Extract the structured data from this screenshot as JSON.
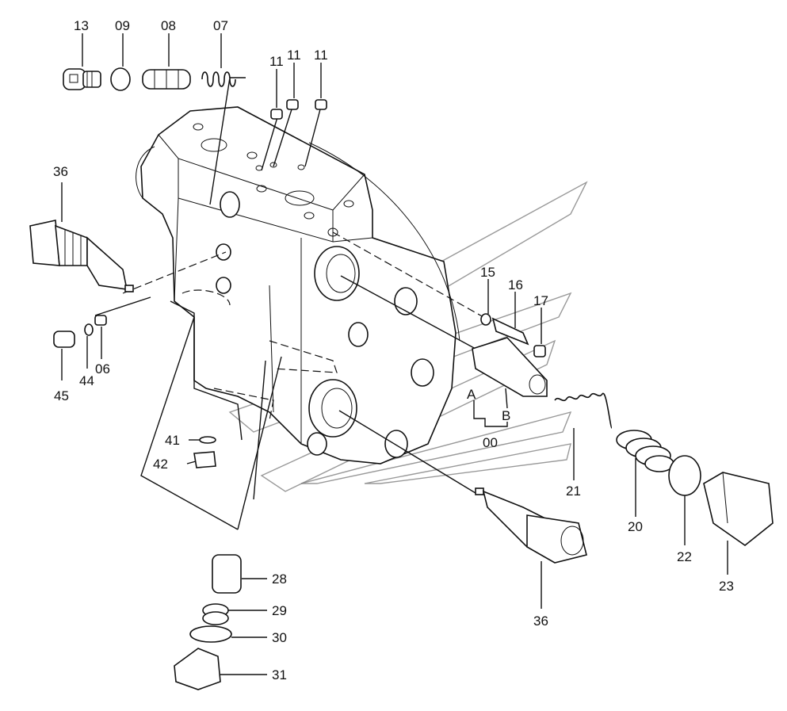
{
  "callouts": [
    {
      "id": "c13",
      "text": "13"
    },
    {
      "id": "c09",
      "text": "09"
    },
    {
      "id": "c08",
      "text": "08"
    },
    {
      "id": "c07",
      "text": "07"
    },
    {
      "id": "c11a",
      "text": "11"
    },
    {
      "id": "c11b",
      "text": "11"
    },
    {
      "id": "c11c",
      "text": "11"
    },
    {
      "id": "c36a",
      "text": "36"
    },
    {
      "id": "c15",
      "text": "15"
    },
    {
      "id": "c16",
      "text": "16"
    },
    {
      "id": "c17",
      "text": "17"
    },
    {
      "id": "cA",
      "text": "A"
    },
    {
      "id": "cB",
      "text": "B"
    },
    {
      "id": "c00",
      "text": "00"
    },
    {
      "id": "c06",
      "text": "06"
    },
    {
      "id": "c44",
      "text": "44"
    },
    {
      "id": "c45",
      "text": "45"
    },
    {
      "id": "c41",
      "text": "41"
    },
    {
      "id": "c42",
      "text": "42"
    },
    {
      "id": "c21",
      "text": "21"
    },
    {
      "id": "c20",
      "text": "20"
    },
    {
      "id": "c22",
      "text": "22"
    },
    {
      "id": "c23",
      "text": "23"
    },
    {
      "id": "c28",
      "text": "28"
    },
    {
      "id": "c29",
      "text": "29"
    },
    {
      "id": "c30",
      "text": "30"
    },
    {
      "id": "c31",
      "text": "31"
    },
    {
      "id": "c36b",
      "text": "36"
    }
  ]
}
